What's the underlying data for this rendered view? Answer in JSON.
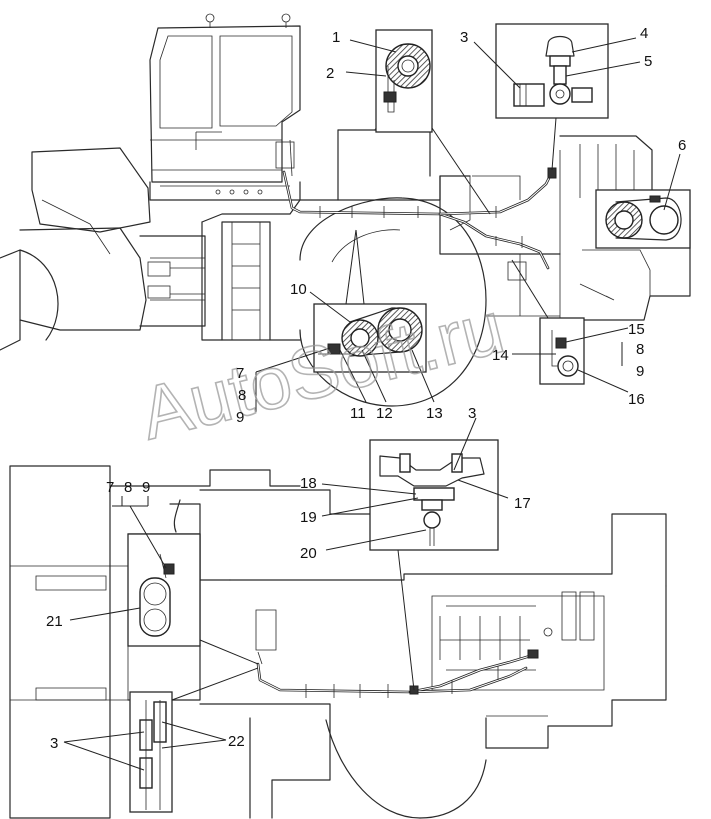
{
  "watermark": "AutoSoft.ru",
  "callouts": [
    "1",
    "2",
    "3",
    "4",
    "5",
    "6",
    "7",
    "8",
    "9",
    "10",
    "11",
    "12",
    "13",
    "3",
    "14",
    "15",
    "8",
    "9",
    "16",
    "7",
    "8",
    "9",
    "18",
    "17",
    "19",
    "20",
    "21",
    "3",
    "22"
  ]
}
